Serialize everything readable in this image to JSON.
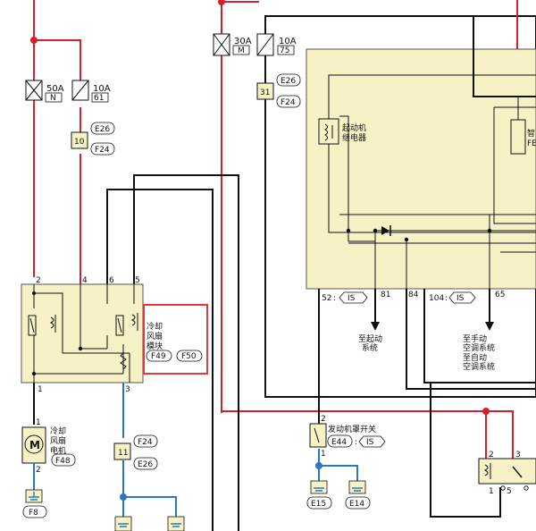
{
  "colors": {
    "red_wire": "#d4202a",
    "blue_wire": "#2a78c2",
    "black_wire": "#111111",
    "module_fill": "#f7f2c6",
    "module_stroke": "#555555",
    "highlight": "#e03a3a"
  },
  "fuses": {
    "f50a": {
      "rating": "50A",
      "code": "N"
    },
    "f10a_61": {
      "rating": "10A",
      "code": "61"
    },
    "f30a": {
      "rating": "30A",
      "code": "M"
    },
    "f10a_75": {
      "rating": "10A",
      "code": "75"
    }
  },
  "connectors": {
    "c10": {
      "number": "10",
      "refs": [
        "E26",
        "F24"
      ]
    },
    "c31": {
      "number": "31",
      "refs": [
        "E26",
        "F24"
      ]
    },
    "c11": {
      "number": "11",
      "refs": [
        "F24",
        "E26"
      ]
    }
  },
  "fan_module": {
    "label_line1": "冷却",
    "label_line2": "风扇",
    "label_line3": "模块",
    "refs": [
      "F49",
      "F50"
    ],
    "pins_top": [
      "2",
      "4",
      "6",
      "5"
    ],
    "pins_bottom": [
      "1",
      "3"
    ]
  },
  "fan_motor": {
    "label_line1": "冷却",
    "label_line2": "风扇",
    "label_line3": "电机",
    "ref": "F48",
    "pin_top": "1",
    "pin_bottom": "2",
    "symbol": "M"
  },
  "grounds": {
    "g_f8": "F8",
    "g_e15": "E15",
    "g_e14": "E14"
  },
  "starter_relay": {
    "label_line1": "起动机",
    "label_line2": "继电器"
  },
  "right_partial": {
    "line1": "智",
    "line2": "FE"
  },
  "ecm_pins": {
    "p52": "52",
    "p52_ref": "IS",
    "p81": "81",
    "p84": "84",
    "p104": "104",
    "p104_ref": "IS",
    "p65": "65"
  },
  "destinations": {
    "starter_system_line1": "至起动",
    "starter_system_line2": "系统",
    "ac_line1": "至手动",
    "ac_line2": "空调系统",
    "ac_line3": "至自动",
    "ac_line4": "空调系统"
  },
  "hood_switch": {
    "label": "发动机罩开关",
    "ref1": "E44",
    "ref2": "IS",
    "pin_top": "2",
    "pin_bottom": "1"
  },
  "relay_bottom": {
    "pins": [
      "2",
      "3",
      "1",
      "5"
    ]
  }
}
